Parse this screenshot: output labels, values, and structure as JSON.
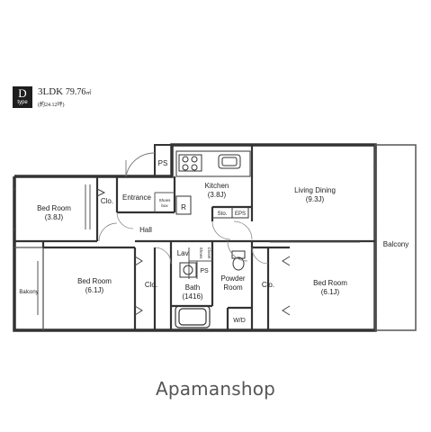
{
  "header": {
    "type_letter": "D",
    "type_word": "type",
    "layout": "3LDK",
    "area": "79.76",
    "area_unit": "㎡",
    "sub_area": "(約24.12坪)"
  },
  "rooms": {
    "bed_room_nw": {
      "name": "Bed Room",
      "size": "(3.8J)"
    },
    "closet_n": "Clo.",
    "entrance": "Entrance",
    "shoe_box": [
      "Shoes",
      "box"
    ],
    "ps_top": "PS",
    "kitchen": {
      "name": "Kitchen",
      "size": "(3.8J)"
    },
    "refrigerator": "R",
    "storage": "Sto.",
    "eps": "EPS",
    "living": {
      "name": "Living Dining",
      "size": "(9.3J)"
    },
    "hall": "Hall",
    "balcony_east": "Balcony",
    "balcony_west": "Balcony",
    "bed_room_sw": {
      "name": "Bed Room",
      "size": "(6.1J)"
    },
    "closet_sw": "Clo.",
    "lavatory": "Lav.",
    "ps_mid": "PS",
    "shoe_closet": [
      "Shoes",
      "Closet"
    ],
    "bath": {
      "name": "Bath",
      "size": "(1416)"
    },
    "powder": [
      "Powder",
      "Room"
    ],
    "washer": "W/D",
    "closet_se": "Clo.",
    "bed_room_se": {
      "name": "Bed Room",
      "size": "(6.1J)"
    }
  },
  "brand": "Apamanshop"
}
